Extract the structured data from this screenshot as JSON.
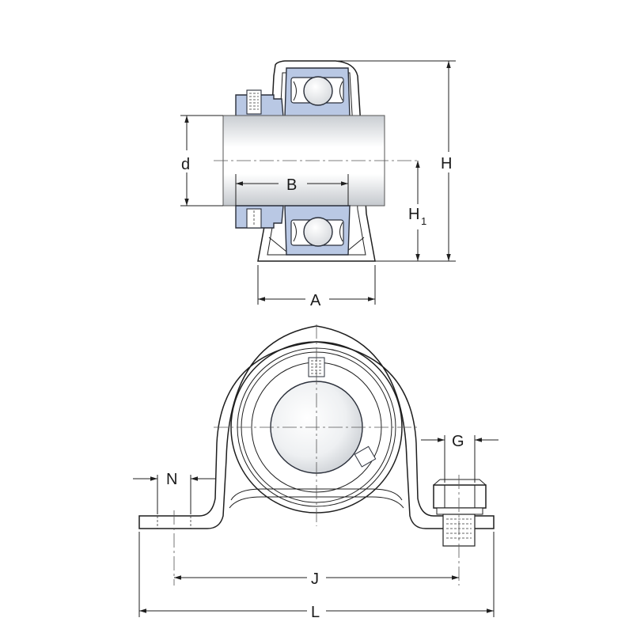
{
  "dimensions": {
    "d": "d",
    "B": "B",
    "H": "H",
    "H1_main": "H",
    "H1_sub": "1",
    "A": "A",
    "G": "G",
    "N": "N",
    "J": "J",
    "L": "L"
  },
  "colors": {
    "bearing_fill": "#b9c8e4",
    "bearing_stroke": "#2a2f3a",
    "shaft_light": "#ffffff",
    "shaft_dark": "#c9cdd2",
    "line": "#1f1f1f"
  }
}
